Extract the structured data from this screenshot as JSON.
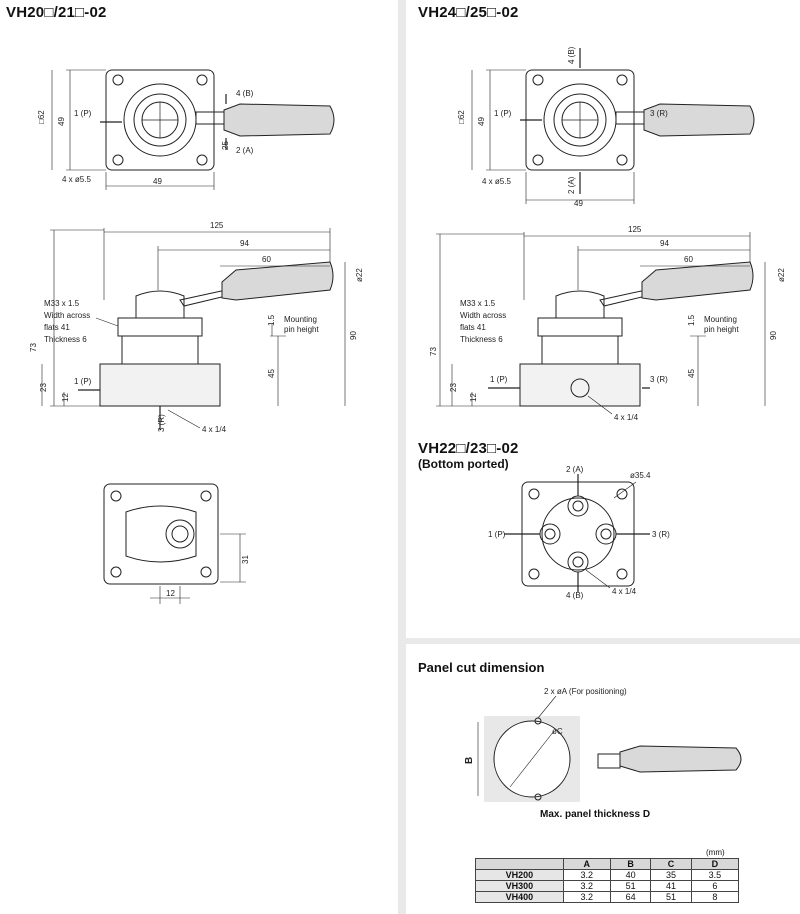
{
  "titles": {
    "left": "VH20□/21□-02",
    "right_top": "VH24□/25□-02",
    "right_mid": "VH22□/23□-02",
    "right_mid_sub": "(Bottom ported)",
    "panel": "Panel cut dimension"
  },
  "ports": {
    "p": "1 (P)",
    "a": "2 (A)",
    "b": "4 (B)",
    "r": "3 (R)"
  },
  "dims": {
    "sq62": "□62",
    "d49": "49",
    "d25": "25",
    "holes": "4 x ø5.5",
    "d125": "125",
    "d94": "94",
    "d60": "60",
    "dia22": "ø22",
    "thread": "M33 x 1.5",
    "across": "Width across",
    "flats": "flats 41",
    "thick": "Thickness 6",
    "d15": "1.5",
    "mount1": "Mounting",
    "mount2": "pin height",
    "d90": "90",
    "d73": "73",
    "d45": "45",
    "d23": "23",
    "d12": "12",
    "port14": "4 x 1/4",
    "d31": "31",
    "dia354": "ø35.4"
  },
  "panel": {
    "positioning": "2 x øA (For positioning)",
    "c_label": "øC",
    "b_label": "B",
    "caption": "Max. panel thickness D",
    "unit": "(mm)",
    "headers": [
      "",
      "A",
      "B",
      "C",
      "D"
    ],
    "rows": [
      [
        "VH200",
        "3.2",
        "40",
        "35",
        "3.5"
      ],
      [
        "VH300",
        "3.2",
        "51",
        "41",
        "6"
      ],
      [
        "VH400",
        "3.2",
        "64",
        "51",
        "8"
      ]
    ]
  }
}
